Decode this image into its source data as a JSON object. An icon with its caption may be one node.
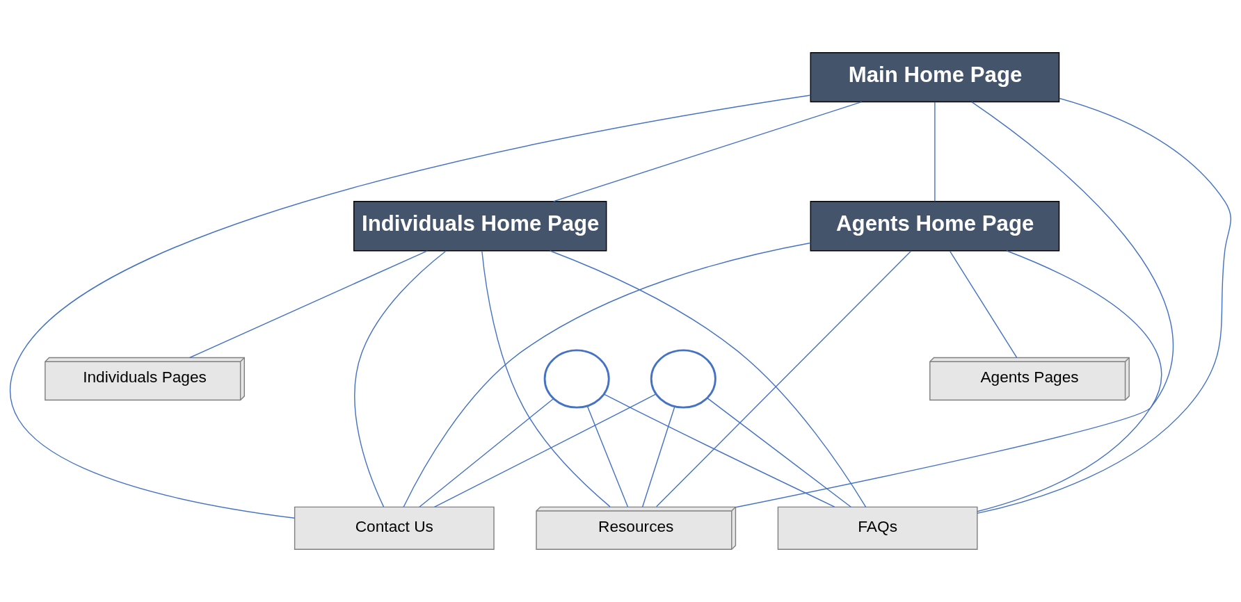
{
  "diagram": {
    "nodes": [
      {
        "text": [
          "Main Home Page"
        ]
      },
      {
        "text": [
          "Individuals Home Page"
        ]
      },
      {
        "text": [
          "Agents Home Page"
        ]
      },
      {
        "text": [
          "Individuals Pages"
        ]
      },
      {
        "text": [],
        "shape": "circle"
      },
      {
        "text": [],
        "shape": "circle"
      },
      {
        "text": [
          "Agents Pages"
        ]
      },
      {
        "text": [
          "Contact Us"
        ]
      },
      {
        "text": [
          "Resources"
        ]
      },
      {
        "text": [
          "FAQs"
        ]
      }
    ],
    "edges": [
      {
        "from": 0,
        "to": 1,
        "arrow": "none"
      },
      {
        "from": 0,
        "to": 2,
        "arrow": "none"
      },
      {
        "from": 1,
        "to": 3,
        "arrow": "none"
      },
      {
        "from": 2,
        "to": 6,
        "arrow": "none"
      },
      {
        "from": 0,
        "to": 7,
        "arrow": "none"
      },
      {
        "from": 0,
        "to": 8,
        "arrow": "none"
      },
      {
        "from": 0,
        "to": 9,
        "arrow": "none"
      },
      {
        "from": 1,
        "to": 7,
        "arrow": "none"
      },
      {
        "from": 1,
        "to": 8,
        "arrow": "none"
      },
      {
        "from": 1,
        "to": 9,
        "arrow": "none"
      },
      {
        "from": 2,
        "to": 7,
        "arrow": "none"
      },
      {
        "from": 2,
        "to": 8,
        "arrow": "none"
      },
      {
        "from": 2,
        "to": 9,
        "arrow": "none"
      },
      {
        "from": 4,
        "to": 7,
        "arrow": "none"
      },
      {
        "from": 4,
        "to": 8,
        "arrow": "none"
      },
      {
        "from": 4,
        "to": 9,
        "arrow": "none"
      },
      {
        "from": 5,
        "to": 7,
        "arrow": "none"
      },
      {
        "from": 5,
        "to": 8,
        "arrow": "none"
      },
      {
        "from": 5,
        "to": 9,
        "arrow": "none"
      }
    ]
  }
}
